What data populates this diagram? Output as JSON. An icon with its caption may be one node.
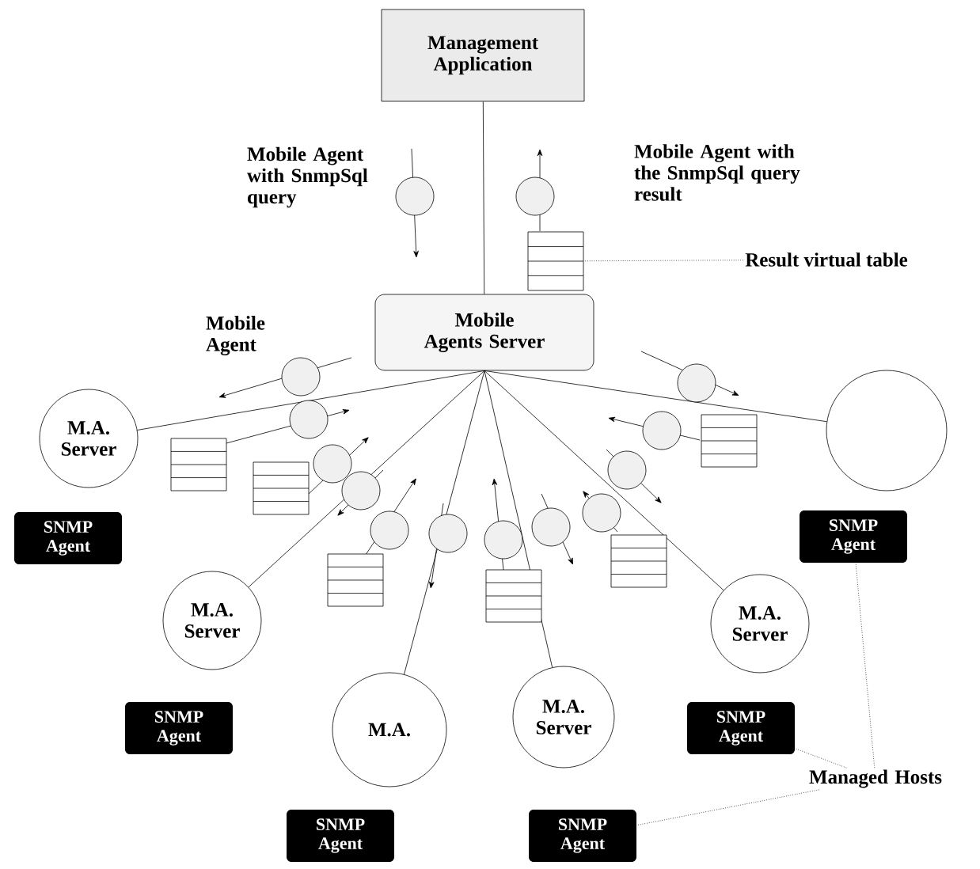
{
  "diagram": {
    "nodes": [
      {
        "text": [
          "Management Application"
        ]
      },
      {
        "text": [
          "Mobile Agents Server"
        ]
      },
      {
        "text": [
          "M.A. Server"
        ]
      },
      {
        "text": [
          "M.A. Server"
        ]
      },
      {
        "text": [
          "M.A."
        ]
      },
      {
        "text": [
          "M.A. Server"
        ]
      },
      {
        "text": [
          "M.A. Server"
        ]
      },
      {
        "text": [],
        "shape": "circle"
      },
      {
        "text": [
          "SNMP Agent"
        ]
      },
      {
        "text": [
          "SNMP Agent"
        ]
      },
      {
        "text": [
          "SNMP Agent"
        ]
      },
      {
        "text": [
          "SNMP Agent"
        ]
      },
      {
        "text": [
          "SNMP Agent"
        ]
      },
      {
        "text": [
          "SNMP Agent"
        ]
      },
      {
        "text": [
          "Managed Hosts"
        ]
      },
      {
        "text": [
          "Result virtual table"
        ]
      },
      {
        "text": [],
        "shape": "table"
      }
    ],
    "edges": [
      {
        "from": 0,
        "to": 1,
        "arrow": "none"
      },
      {
        "from": 1,
        "to": 2,
        "arrow": "none"
      },
      {
        "from": 1,
        "to": 3,
        "arrow": "none"
      },
      {
        "from": 1,
        "to": 4,
        "arrow": "none"
      },
      {
        "from": 1,
        "to": 5,
        "arrow": "none"
      },
      {
        "from": 1,
        "to": 6,
        "arrow": "none"
      },
      {
        "from": 1,
        "to": 7,
        "arrow": "none"
      },
      {
        "from": 14,
        "to": 13,
        "arrow": "none",
        "style": "dashed"
      },
      {
        "from": 14,
        "to": 12,
        "arrow": "none",
        "style": "dashed"
      },
      {
        "from": 14,
        "to": 11,
        "arrow": "none",
        "style": "dashed"
      },
      {
        "from": 15,
        "to": 16,
        "arrow": "none",
        "style": "dashed"
      }
    ],
    "labels": [
      "Mobile Agent with SnmpSql query",
      "Mobile Agent with the SnmpSql query result",
      "Mobile Agent"
    ]
  }
}
